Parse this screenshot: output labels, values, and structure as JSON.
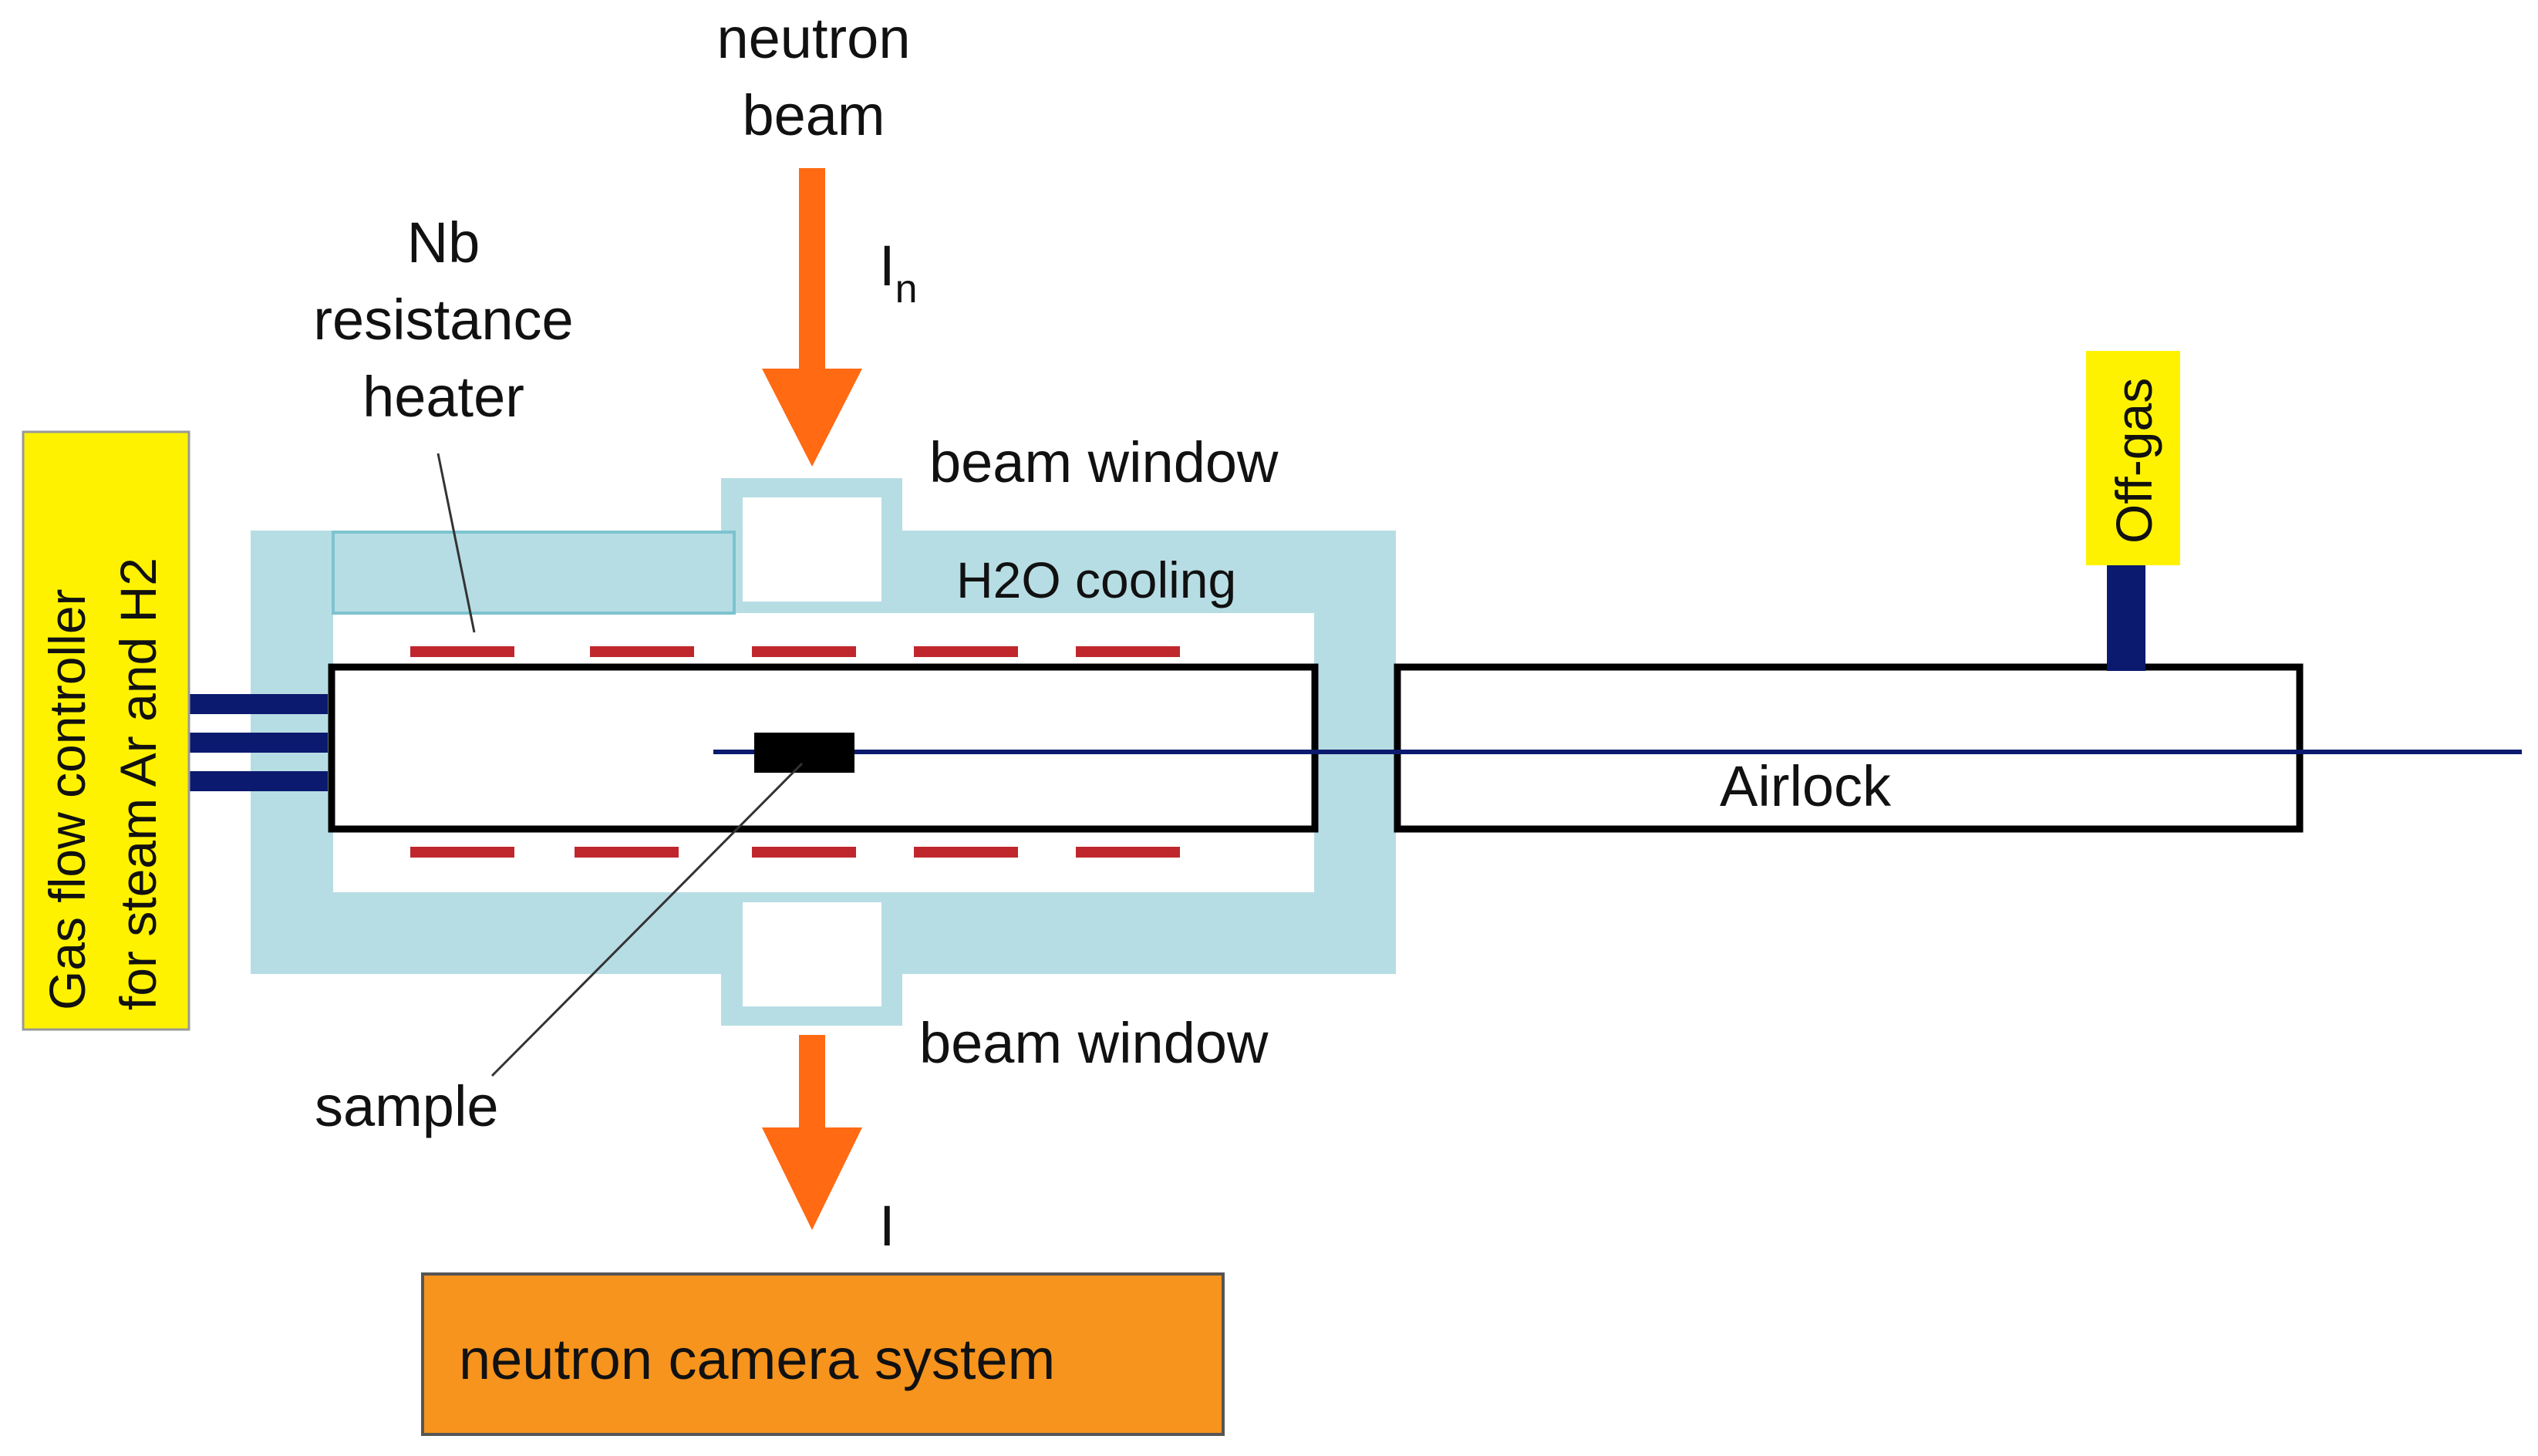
{
  "labels": {
    "neutron_beam_line1": "neutron",
    "neutron_beam_line2": "beam",
    "intensity_in": "I",
    "intensity_in_sub": "n",
    "heater_line1": "Nb",
    "heater_line2": "resistance",
    "heater_line3": "heater",
    "beam_window_top": "beam window",
    "beam_window_bottom": "beam window",
    "cooling": "H2O cooling",
    "gas_controller_line1": "Gas flow controller",
    "gas_controller_line2": "for steam Ar and H2",
    "off_gas": "Off-gas",
    "airlock": "Airlock",
    "sample": "sample",
    "intensity_out": "I",
    "camera": "neutron camera system"
  },
  "colors": {
    "cooling_jacket": "#b7dde4",
    "heater_segments": "#c0272d",
    "beam_arrow": "#ff6a13",
    "camera_box": "#f7941d",
    "gas_controller_box": "#fff200",
    "gas_lines": "#0b1a6e",
    "axis_line": "#0b1a6e",
    "outline": "#000000"
  }
}
